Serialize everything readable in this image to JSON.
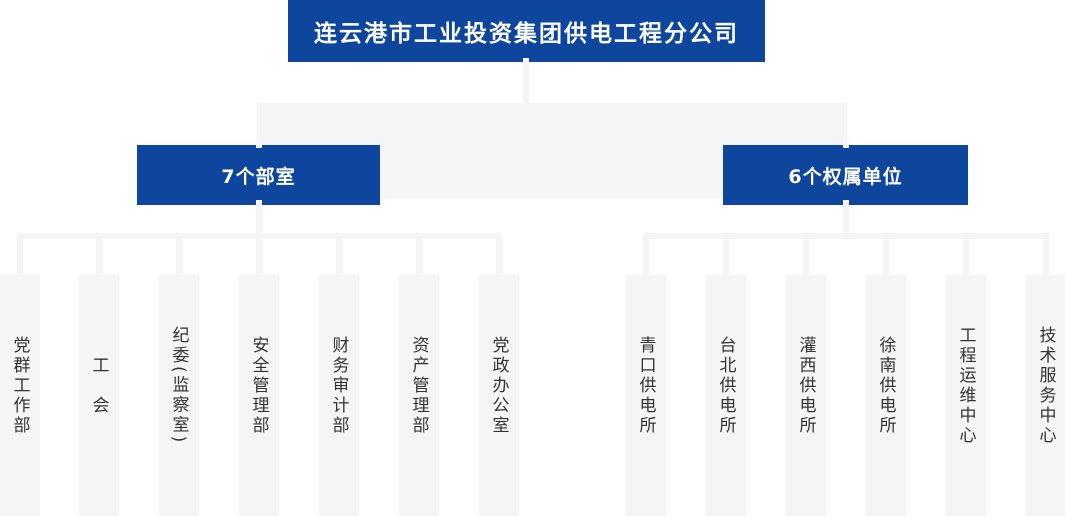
{
  "org_chart": {
    "root": {
      "label": "连云港市工业投资集团供电工程分公司"
    },
    "branches": [
      {
        "label": "7个部室",
        "children": [
          "党群工作部",
          "工　会",
          "纪委(监察室)",
          "安全管理部",
          "财务审计部",
          "资产管理部",
          "党政办公室"
        ]
      },
      {
        "label": "6个权属单位",
        "children": [
          "青口供电所",
          "台北供电所",
          "灌西供电所",
          "徐南供电所",
          "工程运维中心",
          "技术服务中心"
        ]
      }
    ],
    "colors": {
      "primary_blue": "#0d469c",
      "connector_gray": "#f5f5f6",
      "leaf_text": "#333333"
    }
  }
}
